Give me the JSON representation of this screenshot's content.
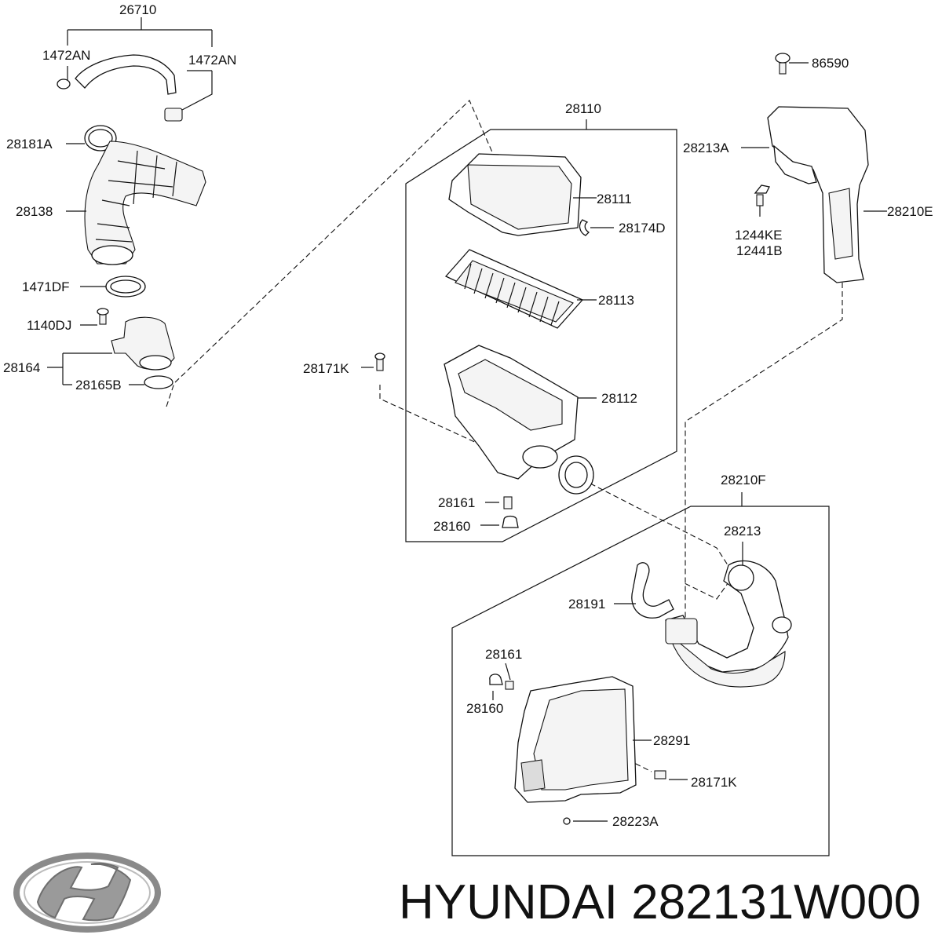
{
  "labels": {
    "p26710": "26710",
    "p1472AN_left": "1472AN",
    "p1472AN_right": "1472AN",
    "p28181A": "28181A",
    "p28138": "28138",
    "p1471DF": "1471DF",
    "p1140DJ": "1140DJ",
    "p28164": "28164",
    "p28165B": "28165B",
    "p28110": "28110",
    "p28111": "28111",
    "p28174D": "28174D",
    "p28113": "28113",
    "p28171K_top": "28171K",
    "p28112": "28112",
    "p28161_top": "28161",
    "p28160_top": "28160",
    "p86590": "86590",
    "p28213A": "28213A",
    "p28210E": "28210E",
    "p1244KE": "1244KE",
    "p12441B": "12441B",
    "p28210F": "28210F",
    "p28213": "28213",
    "p28191": "28191",
    "p28161_bottom": "28161",
    "p28160_bottom": "28160",
    "p28291": "28291",
    "p28171K_bottom": "28171K",
    "p28223A": "28223A"
  },
  "footer": {
    "brand_part": "HYUNDAI 282131W000"
  },
  "logo": {
    "name": "hyundai-logo",
    "color": "#8a8a8a"
  }
}
